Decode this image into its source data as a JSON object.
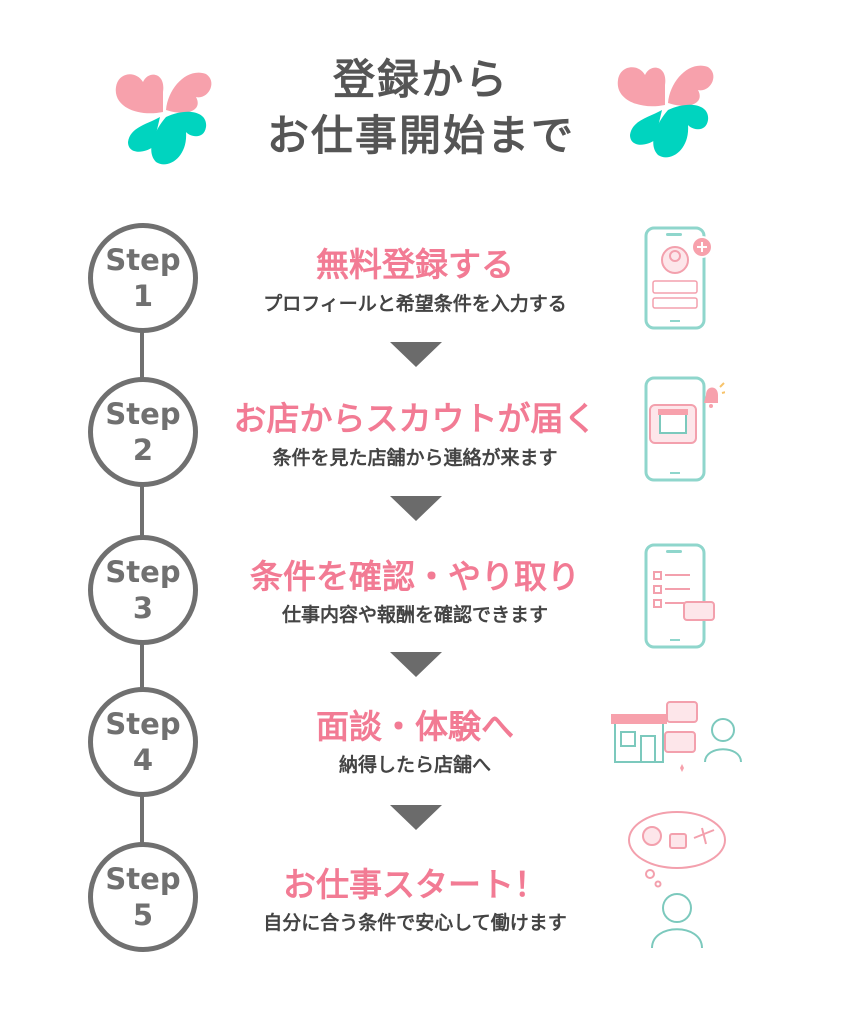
{
  "header": {
    "line1": "登録から",
    "line2": "お仕事開始まで"
  },
  "colors": {
    "accent_pink": "#f27b94",
    "petal_pink": "#f7a1ac",
    "petal_teal": "#00d4bf",
    "gray": "#707070"
  },
  "steps": [
    {
      "label": "Step",
      "number": "1",
      "title": "無料登録する",
      "subtitle": "プロフィールと希望条件を入力する",
      "icon": "phone-profile-icon"
    },
    {
      "label": "Step",
      "number": "2",
      "title": "お店からスカウトが届く",
      "subtitle": "条件を見た店舗から連絡が来ます",
      "icon": "phone-shop-notification-icon"
    },
    {
      "label": "Step",
      "number": "3",
      "title": "条件を確認・やり取り",
      "subtitle": "仕事内容や報酬を確認できます",
      "icon": "phone-checklist-icon"
    },
    {
      "label": "Step",
      "number": "4",
      "title": "面談・体験へ",
      "subtitle": "納得したら店舗へ",
      "icon": "shop-chat-woman-icon"
    },
    {
      "label": "Step",
      "number": "5",
      "title": "お仕事スタート！",
      "subtitle": "自分に合う条件で安心して働けます",
      "icon": "woman-thinking-icon"
    }
  ]
}
